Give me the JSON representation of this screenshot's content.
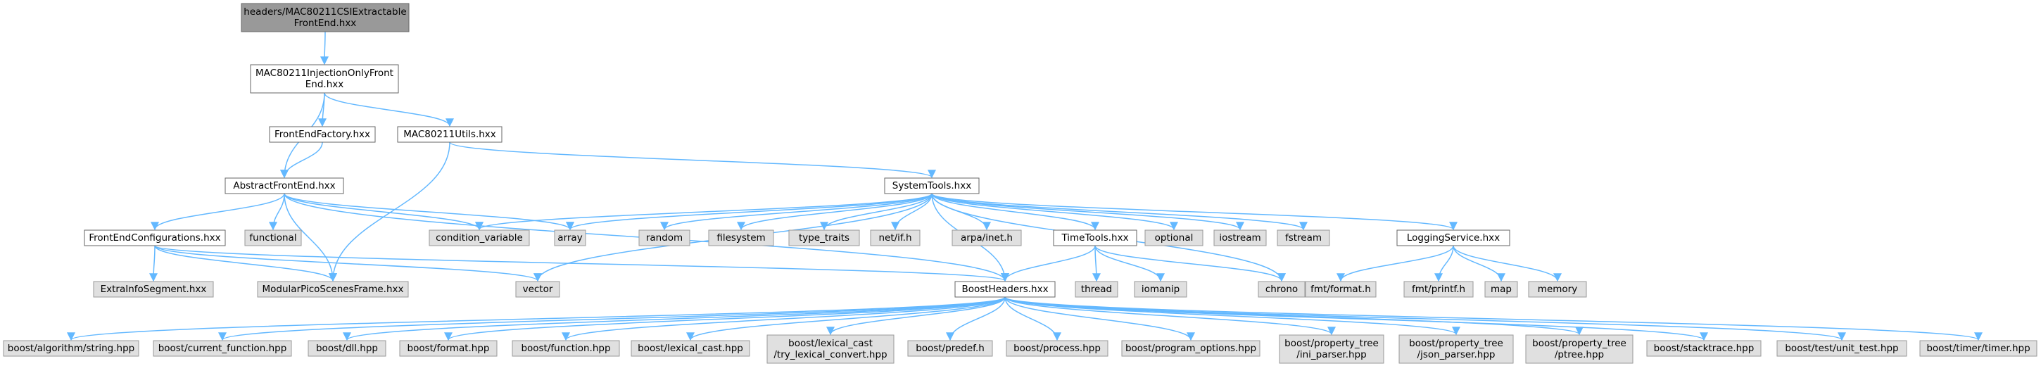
{
  "diagram": {
    "type": "include-dependency-graph",
    "colors": {
      "edge": "#63b8ff",
      "root_fill": "#999999",
      "local_fill": "#ffffff",
      "system_fill": "#e0e0e0",
      "border": "#666666"
    },
    "nodes": [
      {
        "id": "root",
        "lines": [
          "headers/MAC80211CSIExtractable",
          "FrontEnd.hxx"
        ],
        "kind": "root"
      },
      {
        "id": "injection",
        "lines": [
          "MAC80211InjectionOnlyFront",
          "End.hxx"
        ],
        "kind": "local"
      },
      {
        "id": "fefactory",
        "lines": [
          "FrontEndFactory.hxx"
        ],
        "kind": "local"
      },
      {
        "id": "utils",
        "lines": [
          "MAC80211Utils.hxx"
        ],
        "kind": "local"
      },
      {
        "id": "abstractfe",
        "lines": [
          "AbstractFrontEnd.hxx"
        ],
        "kind": "local"
      },
      {
        "id": "systemtools",
        "lines": [
          "SystemTools.hxx"
        ],
        "kind": "local"
      },
      {
        "id": "feconfig",
        "lines": [
          "FrontEndConfigurations.hxx"
        ],
        "kind": "local"
      },
      {
        "id": "functional",
        "lines": [
          "functional"
        ],
        "kind": "system"
      },
      {
        "id": "condvar",
        "lines": [
          "condition_variable"
        ],
        "kind": "system"
      },
      {
        "id": "array",
        "lines": [
          "array"
        ],
        "kind": "system"
      },
      {
        "id": "random",
        "lines": [
          "random"
        ],
        "kind": "system"
      },
      {
        "id": "filesystem",
        "lines": [
          "filesystem"
        ],
        "kind": "system"
      },
      {
        "id": "typetraits",
        "lines": [
          "type_traits"
        ],
        "kind": "system"
      },
      {
        "id": "netif",
        "lines": [
          "net/if.h"
        ],
        "kind": "system"
      },
      {
        "id": "arpainet",
        "lines": [
          "arpa/inet.h"
        ],
        "kind": "system"
      },
      {
        "id": "timetools",
        "lines": [
          "TimeTools.hxx"
        ],
        "kind": "local"
      },
      {
        "id": "optional",
        "lines": [
          "optional"
        ],
        "kind": "system"
      },
      {
        "id": "iostream",
        "lines": [
          "iostream"
        ],
        "kind": "system"
      },
      {
        "id": "fstream",
        "lines": [
          "fstream"
        ],
        "kind": "system"
      },
      {
        "id": "logging",
        "lines": [
          "LoggingService.hxx"
        ],
        "kind": "local"
      },
      {
        "id": "extrainfo",
        "lines": [
          "ExtraInfoSegment.hxx"
        ],
        "kind": "system"
      },
      {
        "id": "modular",
        "lines": [
          "ModularPicoScenesFrame.hxx"
        ],
        "kind": "system"
      },
      {
        "id": "vector",
        "lines": [
          "vector"
        ],
        "kind": "system"
      },
      {
        "id": "boostheaders",
        "lines": [
          "BoostHeaders.hxx"
        ],
        "kind": "local"
      },
      {
        "id": "thread",
        "lines": [
          "thread"
        ],
        "kind": "system"
      },
      {
        "id": "iomanip",
        "lines": [
          "iomanip"
        ],
        "kind": "system"
      },
      {
        "id": "chrono",
        "lines": [
          "chrono"
        ],
        "kind": "system"
      },
      {
        "id": "fmtformat",
        "lines": [
          "fmt/format.h"
        ],
        "kind": "system"
      },
      {
        "id": "fmtprintf",
        "lines": [
          "fmt/printf.h"
        ],
        "kind": "system"
      },
      {
        "id": "map",
        "lines": [
          "map"
        ],
        "kind": "system"
      },
      {
        "id": "memory",
        "lines": [
          "memory"
        ],
        "kind": "system"
      },
      {
        "id": "b_algo",
        "lines": [
          "boost/algorithm/string.hpp"
        ],
        "kind": "system"
      },
      {
        "id": "b_curfn",
        "lines": [
          "boost/current_function.hpp"
        ],
        "kind": "system"
      },
      {
        "id": "b_dll",
        "lines": [
          "boost/dll.hpp"
        ],
        "kind": "system"
      },
      {
        "id": "b_format",
        "lines": [
          "boost/format.hpp"
        ],
        "kind": "system"
      },
      {
        "id": "b_function",
        "lines": [
          "boost/function.hpp"
        ],
        "kind": "system"
      },
      {
        "id": "b_lexcast",
        "lines": [
          "boost/lexical_cast.hpp"
        ],
        "kind": "system"
      },
      {
        "id": "b_trylex",
        "lines": [
          "boost/lexical_cast",
          "/try_lexical_convert.hpp"
        ],
        "kind": "system"
      },
      {
        "id": "b_predef",
        "lines": [
          "boost/predef.h"
        ],
        "kind": "system"
      },
      {
        "id": "b_process",
        "lines": [
          "boost/process.hpp"
        ],
        "kind": "system"
      },
      {
        "id": "b_progopt",
        "lines": [
          "boost/program_options.hpp"
        ],
        "kind": "system"
      },
      {
        "id": "b_ini",
        "lines": [
          "boost/property_tree",
          "/ini_parser.hpp"
        ],
        "kind": "system"
      },
      {
        "id": "b_json",
        "lines": [
          "boost/property_tree",
          "/json_parser.hpp"
        ],
        "kind": "system"
      },
      {
        "id": "b_ptree",
        "lines": [
          "boost/property_tree",
          "/ptree.hpp"
        ],
        "kind": "system"
      },
      {
        "id": "b_stack",
        "lines": [
          "boost/stacktrace.hpp"
        ],
        "kind": "system"
      },
      {
        "id": "b_unittest",
        "lines": [
          "boost/test/unit_test.hpp"
        ],
        "kind": "system"
      },
      {
        "id": "b_timer",
        "lines": [
          "boost/timer/timer.hpp"
        ],
        "kind": "system"
      }
    ],
    "edges": [
      [
        "root",
        "injection"
      ],
      [
        "injection",
        "abstractfe"
      ],
      [
        "injection",
        "fefactory"
      ],
      [
        "injection",
        "utils"
      ],
      [
        "fefactory",
        "abstractfe"
      ],
      [
        "utils",
        "modular"
      ],
      [
        "utils",
        "systemtools"
      ],
      [
        "abstractfe",
        "feconfig"
      ],
      [
        "abstractfe",
        "functional"
      ],
      [
        "abstractfe",
        "condvar"
      ],
      [
        "abstractfe",
        "array"
      ],
      [
        "abstractfe",
        "modular"
      ],
      [
        "abstractfe",
        "boostheaders"
      ],
      [
        "feconfig",
        "extrainfo"
      ],
      [
        "feconfig",
        "modular"
      ],
      [
        "feconfig",
        "vector"
      ],
      [
        "feconfig",
        "boostheaders"
      ],
      [
        "systemtools",
        "condvar"
      ],
      [
        "systemtools",
        "array"
      ],
      [
        "systemtools",
        "random"
      ],
      [
        "systemtools",
        "filesystem"
      ],
      [
        "systemtools",
        "typetraits"
      ],
      [
        "systemtools",
        "netif"
      ],
      [
        "systemtools",
        "arpainet"
      ],
      [
        "systemtools",
        "timetools"
      ],
      [
        "systemtools",
        "optional"
      ],
      [
        "systemtools",
        "iostream"
      ],
      [
        "systemtools",
        "fstream"
      ],
      [
        "systemtools",
        "logging"
      ],
      [
        "systemtools",
        "vector"
      ],
      [
        "systemtools",
        "boostheaders"
      ],
      [
        "systemtools",
        "chrono"
      ],
      [
        "timetools",
        "boostheaders"
      ],
      [
        "timetools",
        "thread"
      ],
      [
        "timetools",
        "iomanip"
      ],
      [
        "timetools",
        "chrono"
      ],
      [
        "logging",
        "fmtformat"
      ],
      [
        "logging",
        "fmtprintf"
      ],
      [
        "logging",
        "map"
      ],
      [
        "logging",
        "memory"
      ],
      [
        "boostheaders",
        "b_algo"
      ],
      [
        "boostheaders",
        "b_curfn"
      ],
      [
        "boostheaders",
        "b_dll"
      ],
      [
        "boostheaders",
        "b_format"
      ],
      [
        "boostheaders",
        "b_function"
      ],
      [
        "boostheaders",
        "b_lexcast"
      ],
      [
        "boostheaders",
        "b_trylex"
      ],
      [
        "boostheaders",
        "b_predef"
      ],
      [
        "boostheaders",
        "b_process"
      ],
      [
        "boostheaders",
        "b_progopt"
      ],
      [
        "boostheaders",
        "b_ini"
      ],
      [
        "boostheaders",
        "b_json"
      ],
      [
        "boostheaders",
        "b_ptree"
      ],
      [
        "boostheaders",
        "b_stack"
      ],
      [
        "boostheaders",
        "b_unittest"
      ],
      [
        "boostheaders",
        "b_timer"
      ]
    ]
  }
}
